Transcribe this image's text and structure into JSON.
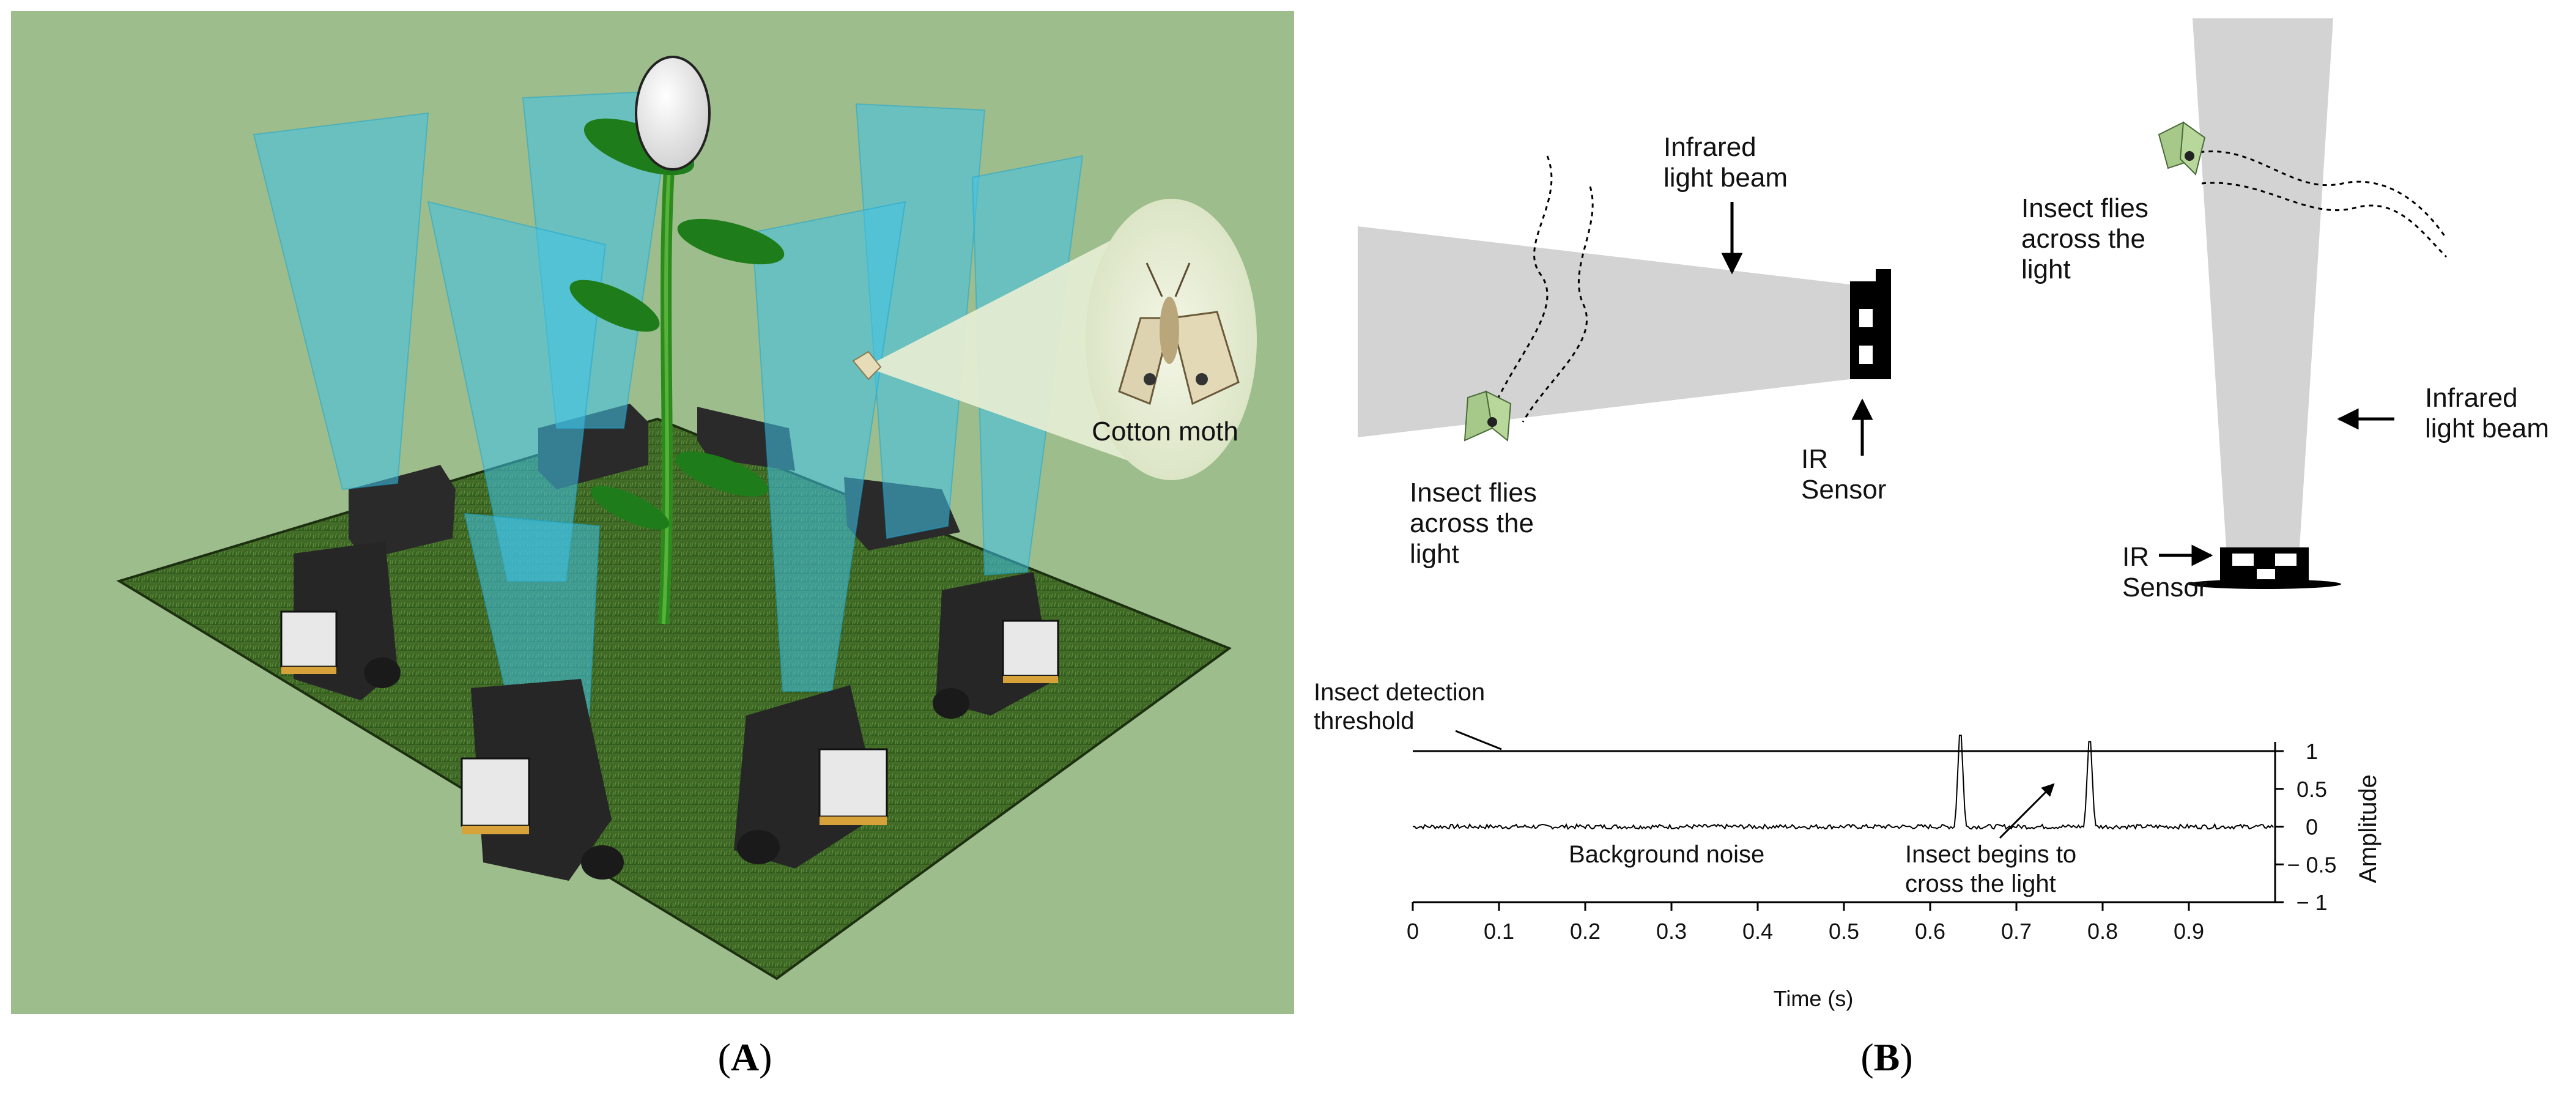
{
  "panel_a": {
    "callout": "Cotton moth",
    "caption_letter": "A",
    "colors": {
      "background": "#9dbd8c",
      "beam": "#3fc3e8",
      "ground": "#3f6a26",
      "sensor": "#262626"
    }
  },
  "panel_b": {
    "caption_letter": "B",
    "side_view": {
      "beam_label_1": "Infrared",
      "beam_label_2": "light beam",
      "sensor_label_1": "IR",
      "sensor_label_2": "Sensor",
      "insect_label_1": "Insect flies",
      "insect_label_2": "across the",
      "insect_label_3": "light"
    },
    "top_view": {
      "insect_label_1": "Insect flies",
      "insect_label_2": "across the",
      "insect_label_3": "light",
      "beam_label_1": "Infrared",
      "beam_label_2": "light beam",
      "sensor_label_1": "IR",
      "sensor_label_2": "Sensor"
    },
    "chart": {
      "threshold_label_1": "Insect detection",
      "threshold_label_2": "threshold",
      "noise_label": "Background noise",
      "crossing_label_1": "Insect begins to",
      "crossing_label_2": "cross the light"
    }
  },
  "chart_data": {
    "type": "line",
    "xlabel": "Time (s)",
    "ylabel": "Amplitude",
    "xlim": [
      0,
      1.0
    ],
    "ylim": [
      -1,
      1
    ],
    "x_ticks": [
      0,
      0.1,
      0.2,
      0.3,
      0.4,
      0.5,
      0.6,
      0.7,
      0.8,
      0.9
    ],
    "x_tick_labels": [
      "0",
      "0.1",
      "0.2",
      "0.3",
      "0.4",
      "0.5",
      "0.6",
      "0.7",
      "0.8",
      "0.9"
    ],
    "y_ticks": [
      1,
      0.5,
      0,
      -0.5,
      -1
    ],
    "y_tick_labels": [
      "1",
      "0.5",
      "0",
      "− 0.5",
      "− 1"
    ],
    "threshold": 1,
    "peaks": [
      {
        "x": 0.635,
        "y": 1.45
      },
      {
        "x": 0.785,
        "y": 1.35
      }
    ],
    "noise_amplitude": 0.03,
    "grid": false,
    "legend": "none"
  }
}
